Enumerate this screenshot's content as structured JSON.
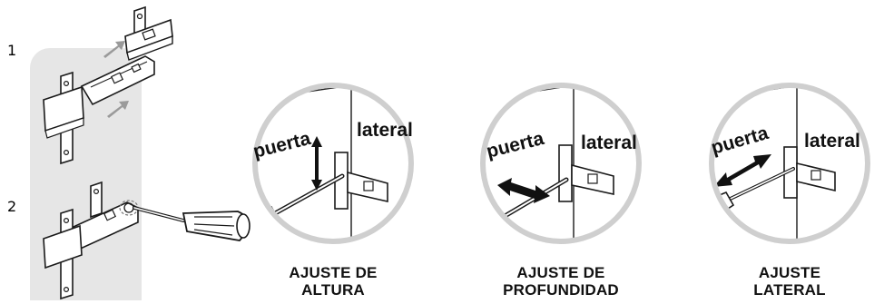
{
  "steps": [
    "1",
    "2"
  ],
  "details": [
    {
      "door_label": "puerta",
      "side_label": "lateral",
      "caption_lines": [
        "AJUSTE DE",
        "ALTURA"
      ],
      "arrow": "vertical"
    },
    {
      "door_label": "puerta",
      "side_label": "lateral",
      "caption_lines": [
        "AJUSTE DE",
        "PROFUNDIDAD"
      ],
      "arrow": "horizontal"
    },
    {
      "door_label": "puerta",
      "side_label": "lateral",
      "caption_lines": [
        "AJUSTE",
        "LATERAL"
      ],
      "arrow": "diagonal"
    }
  ],
  "colors": {
    "panel": "#e6e6e6",
    "arrow_gray": "#9a9a9a",
    "line": "#1a1a1a"
  }
}
